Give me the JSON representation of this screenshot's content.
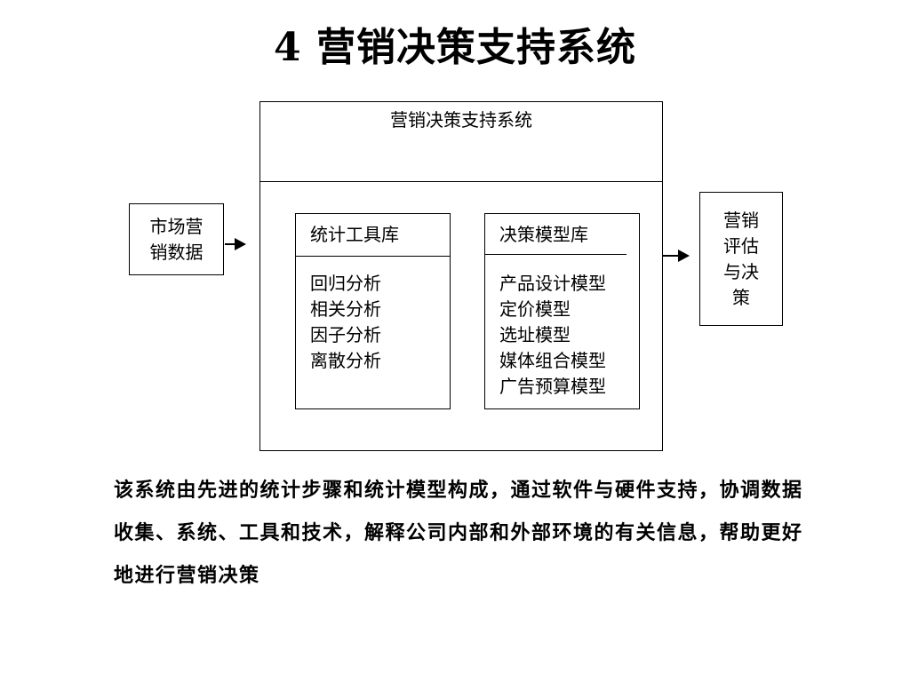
{
  "slide": {
    "title": "4 营销决策支持系统"
  },
  "diagram": {
    "system_title": "营销决策支持系统",
    "input_box": {
      "lines": [
        "市场营",
        "销数据"
      ]
    },
    "output_box": {
      "lines": [
        "营销",
        "评估",
        "与决",
        "策"
      ]
    },
    "tools_library": {
      "title": "统计工具库",
      "items": [
        "回归分析",
        "相关分析",
        "因子分析",
        "离散分析"
      ]
    },
    "models_library": {
      "title": "决策模型库",
      "items": [
        "产品设计模型",
        "定价模型",
        "选址模型",
        "媒体组合模型",
        "广告预算模型"
      ]
    }
  },
  "description": "该系统由先进的统计步骤和统计模型构成，通过软件与硬件支持，协调数据收集、系统、工具和技术，解释公司内部和外部环境的有关信息，帮助更好地进行营销决策"
}
